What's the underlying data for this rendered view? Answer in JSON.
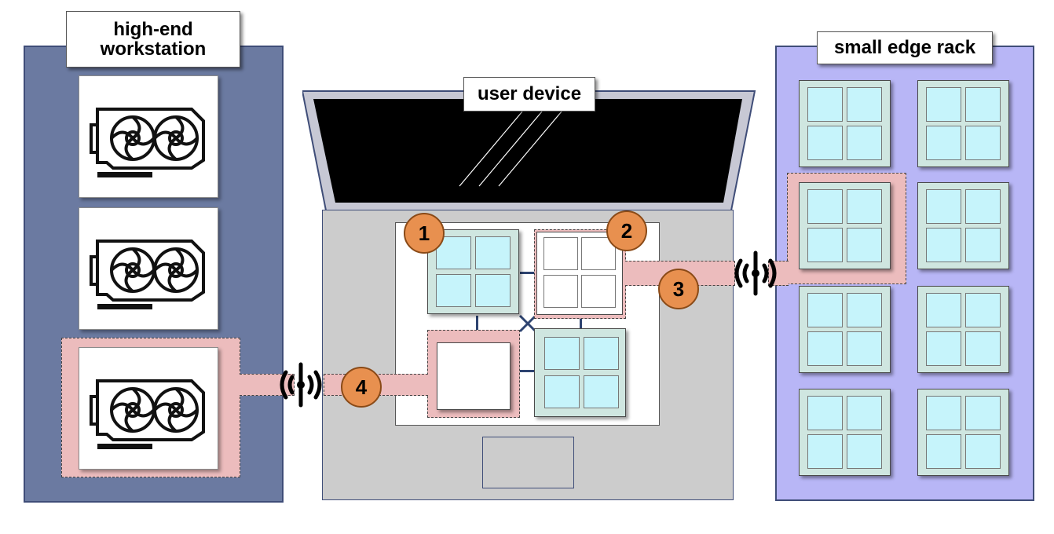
{
  "labels": {
    "workstation_line1": "high-end",
    "workstation_line2": "workstation",
    "user_device": "user device",
    "edge_rack": "small edge rack"
  },
  "badges": {
    "b1": "1",
    "b2": "2",
    "b3": "3",
    "b4": "4"
  },
  "colors": {
    "workstation_panel": "#6b7aa1",
    "edge_rack_panel": "#b8b6f6",
    "highlight": "#ecbcbd",
    "badge": "#e8904f",
    "chip": "#cfe6e0",
    "core": "#c6f4fb",
    "bus": "#2d4370"
  },
  "icons": {
    "gpu": "gpu-card-icon",
    "wireless": "wireless-signal-icon"
  }
}
